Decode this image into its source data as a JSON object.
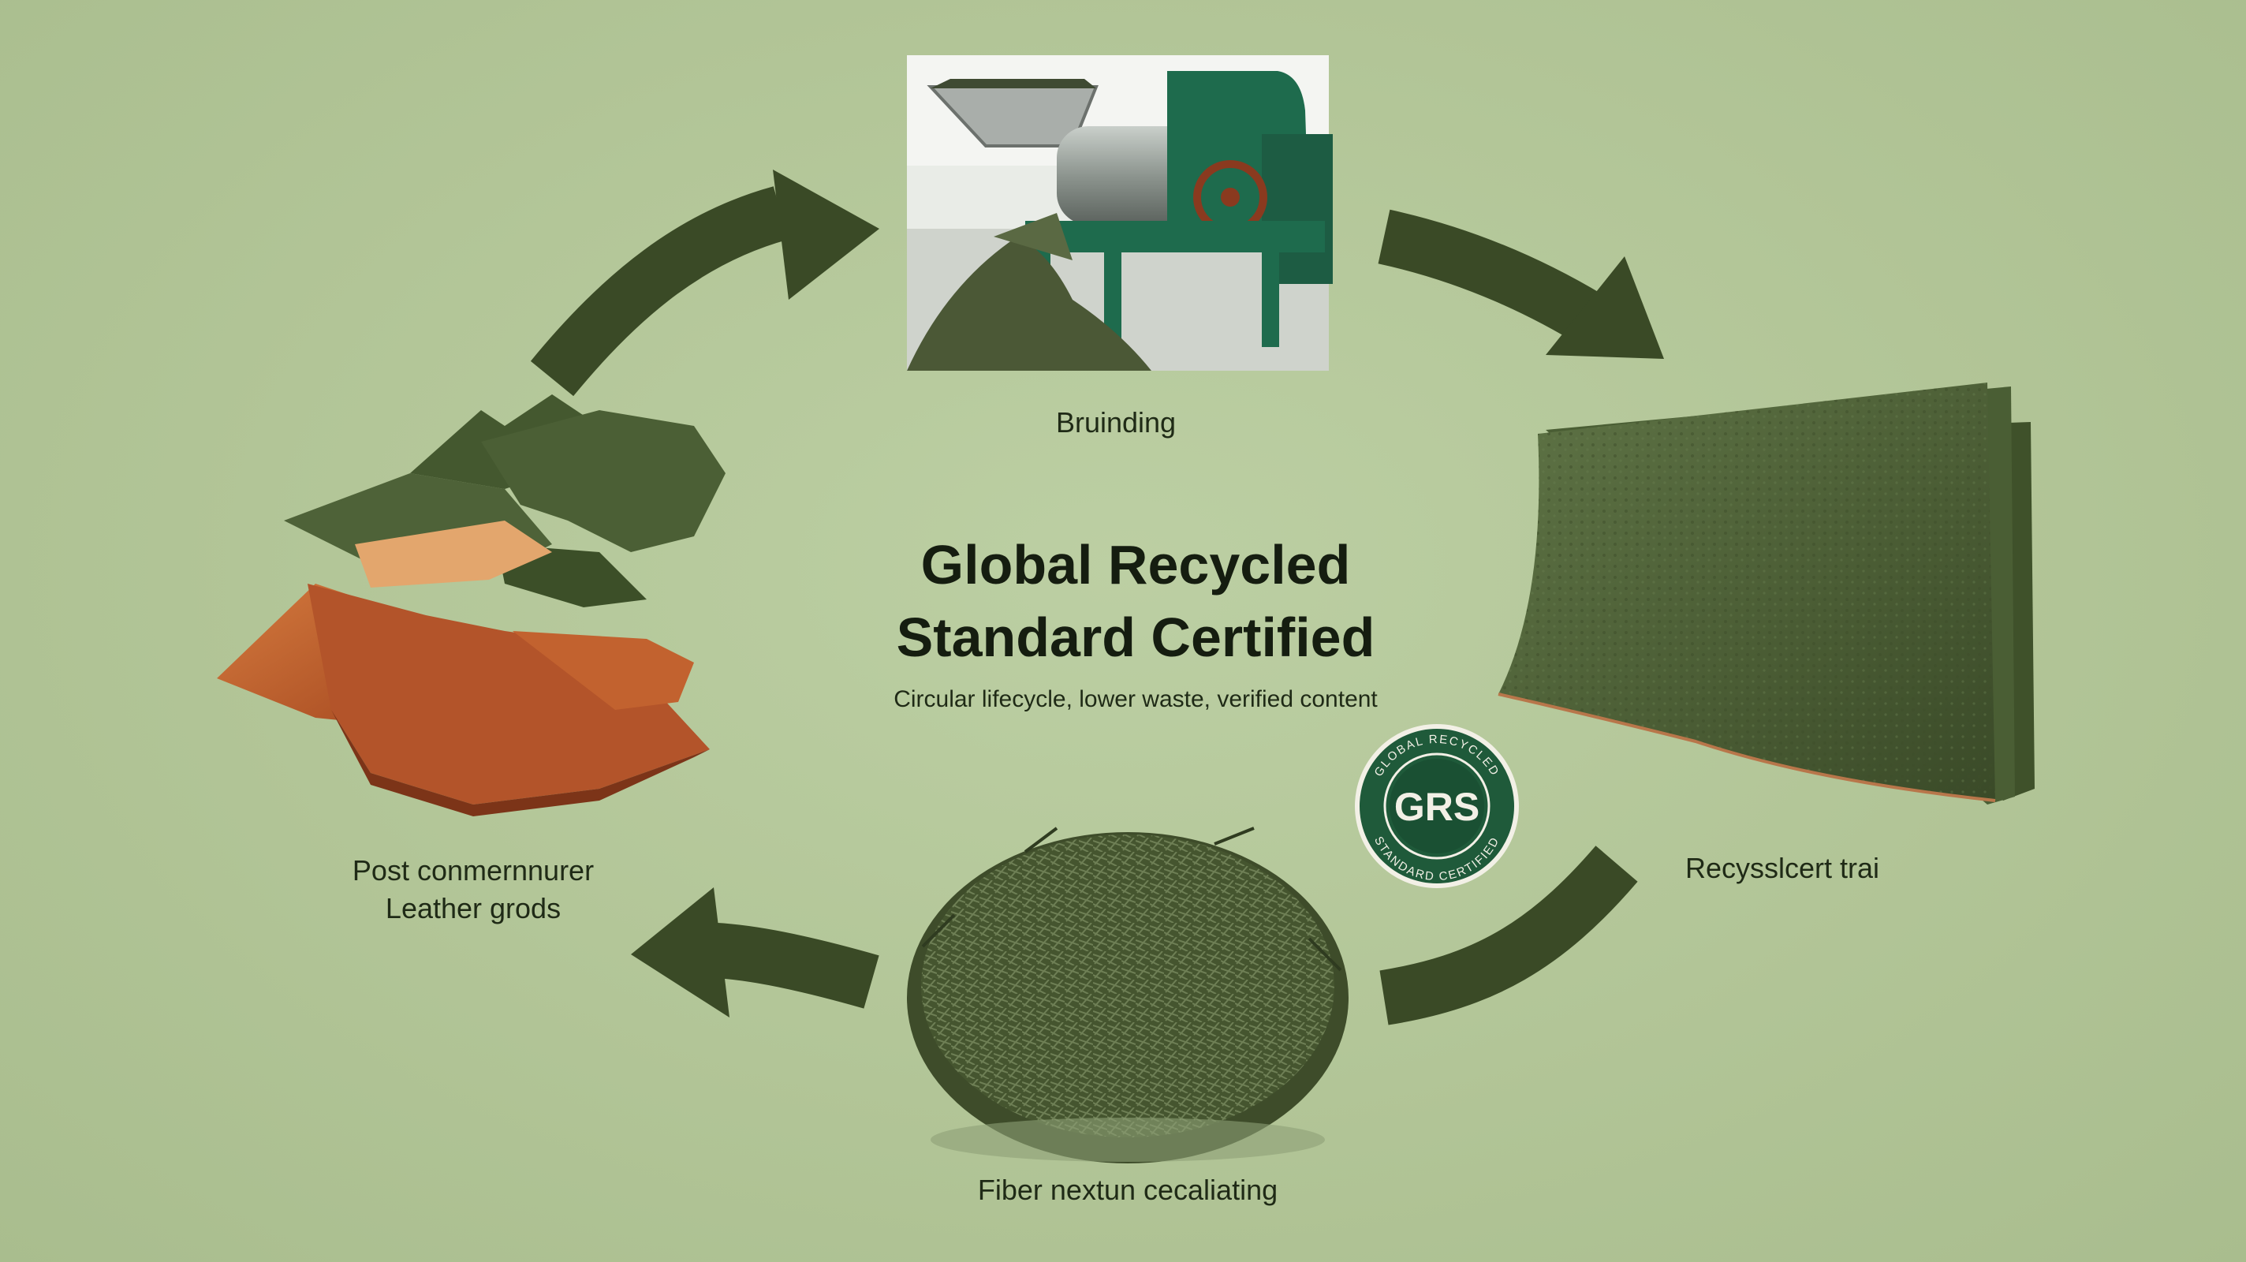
{
  "title_lines": [
    "Global Recycled",
    "Standard Certified"
  ],
  "subtitle": "Circular lifecycle, lower waste, verified content",
  "stages": [
    {
      "id": "grinding",
      "label": "Bruinding"
    },
    {
      "id": "recycled-leather",
      "label": "Recysslcert trai"
    },
    {
      "id": "fiber",
      "label": "Fiber nextun cecaliating"
    },
    {
      "id": "post-consumer",
      "label_lines": [
        "Post conmernnurer",
        "Leather grods"
      ]
    }
  ],
  "badge": {
    "text": "GRS",
    "ring_top": "GLOBAL RECYCLED",
    "ring_bottom": "STANDARD CERTIFIED"
  },
  "colors": {
    "background": "#b4c79a",
    "arrow": "#3a4a26",
    "badge": "#1f5a3a",
    "leather_green": "#4a5e34",
    "leather_tan": "#b8542a",
    "machine": "#1e6b4d"
  }
}
